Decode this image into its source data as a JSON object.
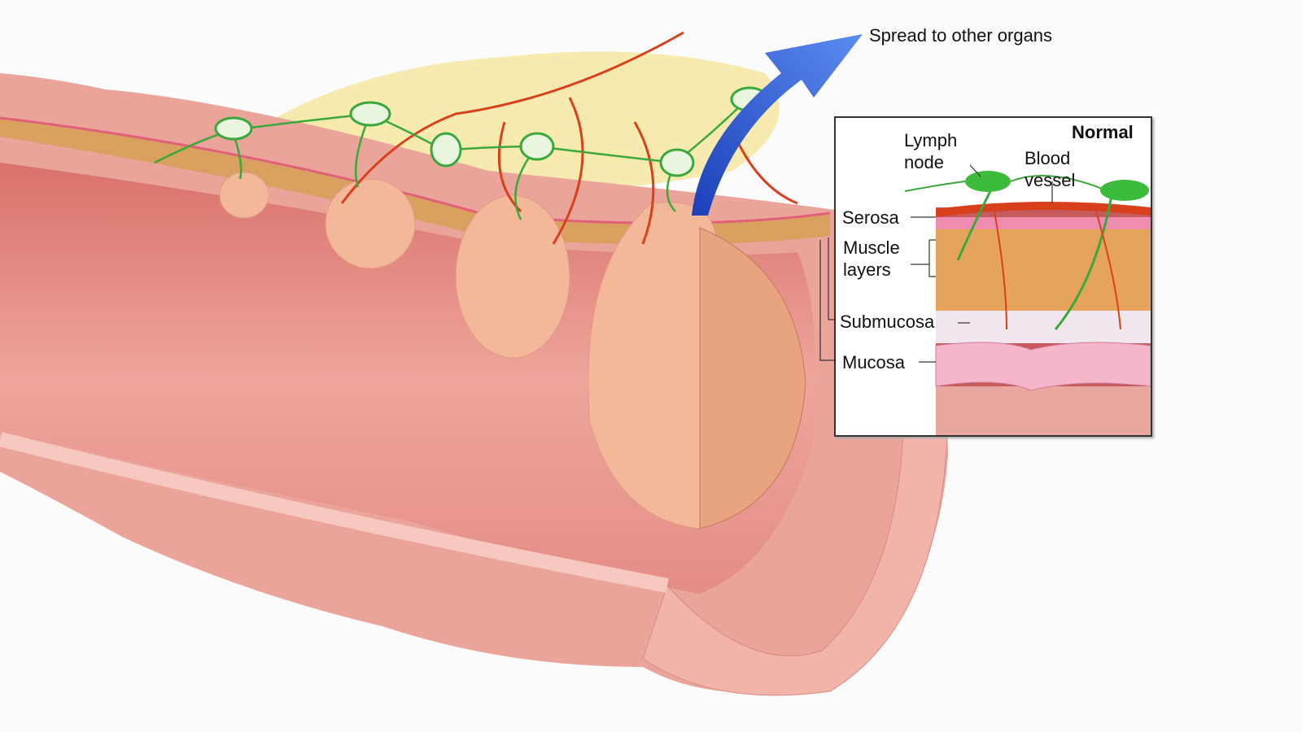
{
  "title_arrow_label": "Spread to other organs",
  "inset": {
    "title": "Normal",
    "labels": {
      "lymph_node": [
        "Lymph",
        "node"
      ],
      "blood_vessel": [
        "Blood",
        "vessel"
      ],
      "serosa": "Serosa",
      "muscle_layers": [
        "Muscle",
        "layers"
      ],
      "submucosa": "Submucosa",
      "mucosa": "Mucosa"
    }
  },
  "colors": {
    "tissue": "#e9968c",
    "tumor": "#f3b79a",
    "lymph": "#3aa83a",
    "vessel": "#d8401c",
    "fat": "#f5e6a0",
    "arrow": "#2452d6"
  }
}
